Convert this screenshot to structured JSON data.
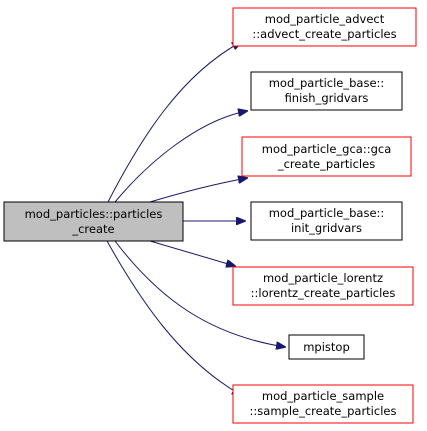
{
  "colors": {
    "root_fill": "#bfbfbf",
    "root_border": "#000000",
    "node_fill": "#ffffff",
    "node_border_red": "#ff0000",
    "node_border_black": "#000000",
    "edge": "#191970"
  },
  "root": {
    "lines": [
      "mod_particles::particles",
      "_create"
    ]
  },
  "nodes": [
    {
      "id": "advect",
      "lines": [
        "mod_particle_advect",
        "::advect_create_particles"
      ],
      "border": "red"
    },
    {
      "id": "finish_gridvars",
      "lines": [
        "mod_particle_base::",
        "finish_gridvars"
      ],
      "border": "black"
    },
    {
      "id": "gca",
      "lines": [
        "mod_particle_gca::gca",
        "_create_particles"
      ],
      "border": "red"
    },
    {
      "id": "init_gridvars",
      "lines": [
        "mod_particle_base::",
        "init_gridvars"
      ],
      "border": "black"
    },
    {
      "id": "lorentz",
      "lines": [
        "mod_particle_lorentz",
        "::lorentz_create_particles"
      ],
      "border": "red"
    },
    {
      "id": "mpistop",
      "lines": [
        "mpistop"
      ],
      "border": "black"
    },
    {
      "id": "sample",
      "lines": [
        "mod_particle_sample",
        "::sample_create_particles"
      ],
      "border": "red"
    }
  ]
}
